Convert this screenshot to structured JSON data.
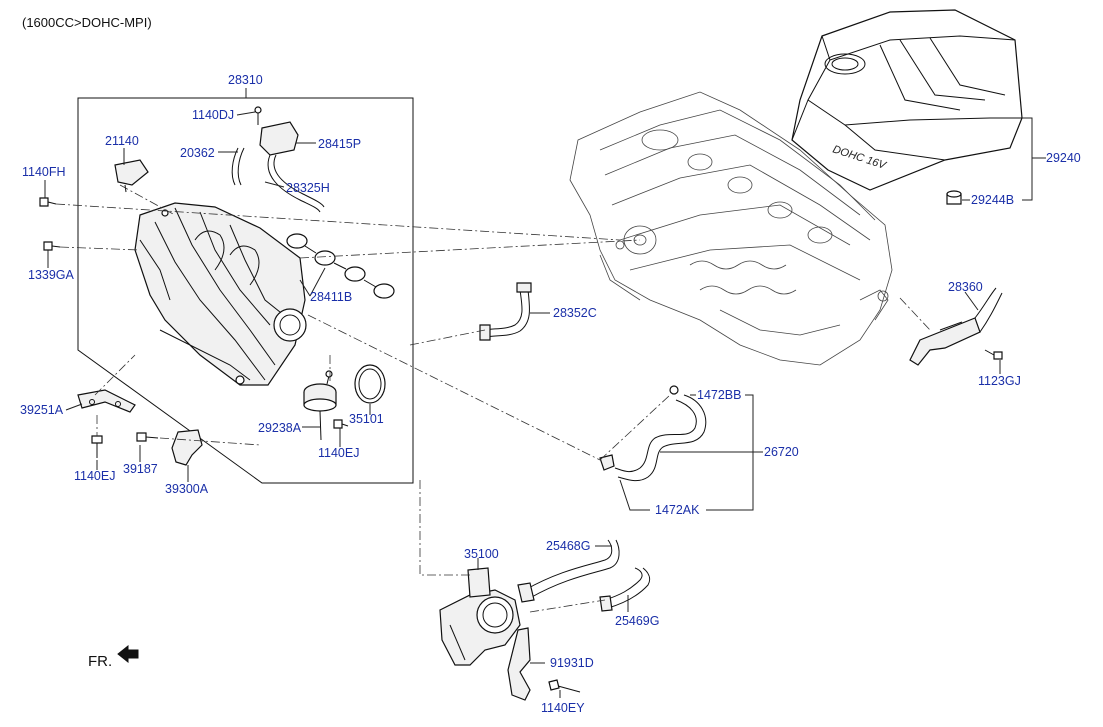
{
  "header": {
    "variant": "(1600CC>DOHC-MPI)"
  },
  "orientation": {
    "label": "FR."
  },
  "cover_text": "DOHC 16V",
  "callouts": [
    {
      "id": "28310",
      "text": "28310"
    },
    {
      "id": "1140DJ",
      "text": "1140DJ"
    },
    {
      "id": "21140",
      "text": "21140"
    },
    {
      "id": "20362",
      "text": "20362"
    },
    {
      "id": "28415P",
      "text": "28415P"
    },
    {
      "id": "1140FH",
      "text": "1140FH"
    },
    {
      "id": "28325H",
      "text": "28325H"
    },
    {
      "id": "1339GA",
      "text": "1339GA"
    },
    {
      "id": "28411B",
      "text": "28411B"
    },
    {
      "id": "28352C",
      "text": "28352C"
    },
    {
      "id": "39251A",
      "text": "39251A"
    },
    {
      "id": "29238A",
      "text": "29238A"
    },
    {
      "id": "35101",
      "text": "35101"
    },
    {
      "id": "1140EJ_a",
      "text": "1140EJ"
    },
    {
      "id": "1140EJ_b",
      "text": "1140EJ"
    },
    {
      "id": "39187",
      "text": "39187"
    },
    {
      "id": "39300A",
      "text": "39300A"
    },
    {
      "id": "29240",
      "text": "29240"
    },
    {
      "id": "29244B",
      "text": "29244B"
    },
    {
      "id": "28360",
      "text": "28360"
    },
    {
      "id": "1123GJ",
      "text": "1123GJ"
    },
    {
      "id": "1472BB",
      "text": "1472BB"
    },
    {
      "id": "26720",
      "text": "26720"
    },
    {
      "id": "1472AK",
      "text": "1472AK"
    },
    {
      "id": "35100",
      "text": "35100"
    },
    {
      "id": "25468G",
      "text": "25468G"
    },
    {
      "id": "25469G",
      "text": "25469G"
    },
    {
      "id": "91931D",
      "text": "91931D"
    },
    {
      "id": "1140EY",
      "text": "1140EY"
    }
  ]
}
